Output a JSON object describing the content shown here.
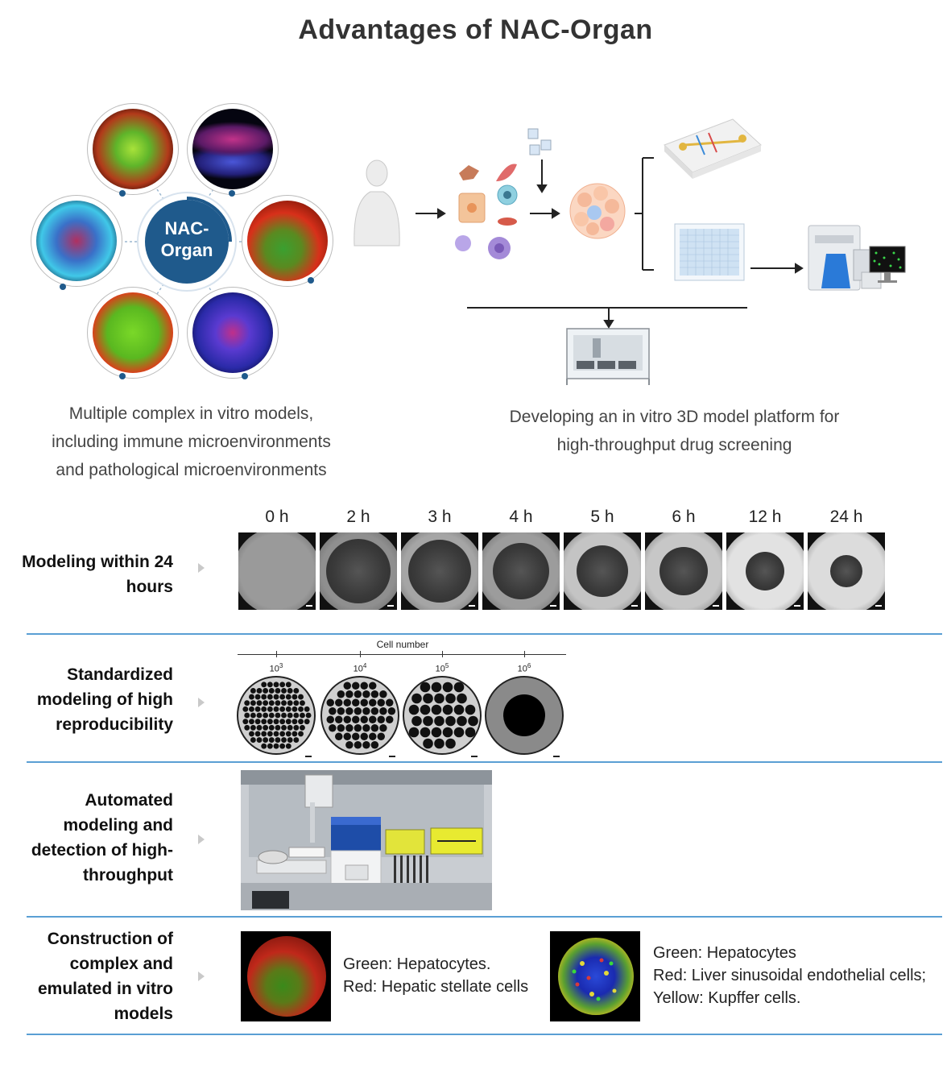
{
  "title": "Advantages of NAC-Organ",
  "hub": {
    "line1": "NAC-",
    "line2": "Organ"
  },
  "captions": {
    "left": [
      "Multiple complex in vitro models,",
      "including immune microenvironments",
      "and pathological microenvironments"
    ],
    "right": [
      "Developing an in vitro 3D model platform for",
      "high-throughput drug screening"
    ]
  },
  "rows": [
    {
      "lines": [
        "Modeling within 24",
        "hours"
      ]
    },
    {
      "lines": [
        "Standardized",
        "modeling of high",
        "reproducibility"
      ]
    },
    {
      "lines": [
        "Automated",
        "modeling and",
        "detection of high-",
        "throughput"
      ]
    },
    {
      "lines": [
        "Construction of",
        "complex and",
        "emulated in vitro",
        "models"
      ]
    }
  ],
  "timepoints": [
    "0 h",
    "2 h",
    "3 h",
    "4 h",
    "5 h",
    "6 h",
    "12 h",
    "24 h"
  ],
  "cell_number": {
    "title": "Cell number",
    "ticks": [
      {
        "base": "10",
        "exp": "3"
      },
      {
        "base": "10",
        "exp": "4"
      },
      {
        "base": "10",
        "exp": "5"
      },
      {
        "base": "10",
        "exp": "6"
      }
    ]
  },
  "legend1": [
    "Green: Hepatocytes.",
    "Red: Hepatic stellate cells"
  ],
  "legend2": [
    "Green: Hepatocytes",
    "Red: Liver sinusoidal endothelial cells;",
    "Yellow: Kupffer cells."
  ],
  "colors": {
    "accent": "#1f5a8c",
    "separator": "#5a9fd4",
    "title": "#333333"
  },
  "icons": [
    "human-body-icon",
    "cell-types-icon",
    "organoid-icon",
    "microfluidic-chip-icon",
    "well-plate-icon",
    "imaging-system-icon",
    "liquid-handler-icon"
  ]
}
